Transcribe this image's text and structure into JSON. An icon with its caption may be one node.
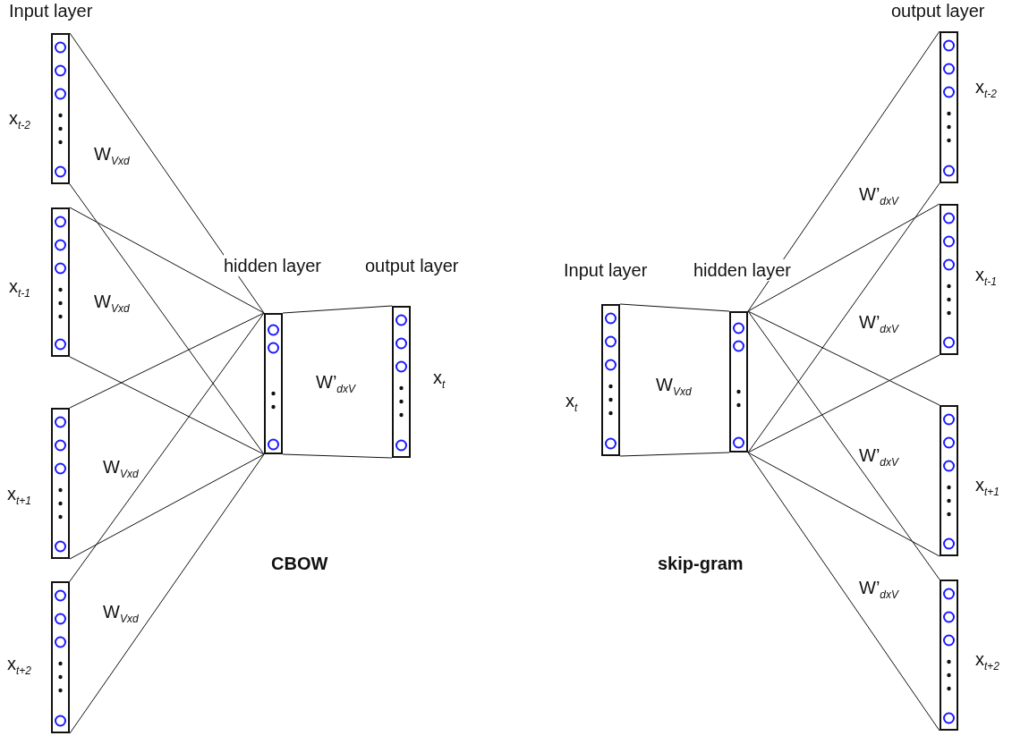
{
  "diagram": {
    "nodes": [
      {
        "text": [
          "Input layer"
        ],
        "beside": [
          "x$_{t-2}$"
        ]
      },
      {
        "text": [],
        "shape": "bar",
        "beside": [
          "x$_{t-1}$"
        ]
      },
      {
        "text": [],
        "shape": "bar",
        "beside": [
          "x$_{t+1}$"
        ]
      },
      {
        "text": [],
        "shape": "bar",
        "beside": [
          "x$_{t+2}$"
        ]
      },
      {
        "text": [
          "hidden layer"
        ]
      },
      {
        "text": [
          "output layer"
        ],
        "beside": [
          "x$_{t}$"
        ]
      },
      {
        "text": [
          "Input layer"
        ],
        "beside": [
          "x$_{t}$"
        ]
      },
      {
        "text": [
          "hidden layer"
        ]
      },
      {
        "text": [
          "output layer"
        ],
        "beside": [
          "x$_{t-2}$"
        ]
      },
      {
        "text": [],
        "shape": "bar",
        "beside": [
          "x$_{t-1}$"
        ]
      },
      {
        "text": [],
        "shape": "bar",
        "beside": [
          "x$_{t+1}$"
        ]
      },
      {
        "text": [],
        "shape": "bar",
        "beside": [
          "x$_{t+2}$"
        ]
      }
    ],
    "edges": [
      {
        "from": 0,
        "to": 4,
        "arrow": "none"
      },
      {
        "from": 0,
        "to": 4,
        "arrow": "none"
      },
      {
        "from": 1,
        "to": 4,
        "arrow": "none"
      },
      {
        "from": 1,
        "to": 4,
        "arrow": "none"
      },
      {
        "from": 2,
        "to": 4,
        "arrow": "none"
      },
      {
        "from": 2,
        "to": 4,
        "arrow": "none"
      },
      {
        "from": 3,
        "to": 4,
        "arrow": "none"
      },
      {
        "from": 3,
        "to": 4,
        "arrow": "none"
      },
      {
        "from": 4,
        "to": 5,
        "arrow": "none"
      },
      {
        "from": 4,
        "to": 5,
        "arrow": "none"
      },
      {
        "from": 6,
        "to": 7,
        "arrow": "none"
      },
      {
        "from": 6,
        "to": 7,
        "arrow": "none"
      },
      {
        "from": 7,
        "to": 8,
        "arrow": "none"
      },
      {
        "from": 7,
        "to": 8,
        "arrow": "none"
      },
      {
        "from": 7,
        "to": 9,
        "arrow": "none"
      },
      {
        "from": 7,
        "to": 9,
        "arrow": "none"
      },
      {
        "from": 7,
        "to": 10,
        "arrow": "none"
      },
      {
        "from": 7,
        "to": 10,
        "arrow": "none"
      },
      {
        "from": 7,
        "to": 11,
        "arrow": "none"
      },
      {
        "from": 7,
        "to": 11,
        "arrow": "none"
      }
    ],
    "labels": [
      "W$_{Vxd}$",
      "W$_{Vxd}$",
      "W$_{Vxd}$",
      "W$_{Vxd}$",
      "W’$_{dxV}$",
      "CBOW",
      "W$_{Vxd}$",
      "skip-gram",
      "W’$_{dxV}$",
      "W’$_{dxV}$",
      "W’$_{dxV}$",
      "W’$_{dxV}$"
    ]
  }
}
